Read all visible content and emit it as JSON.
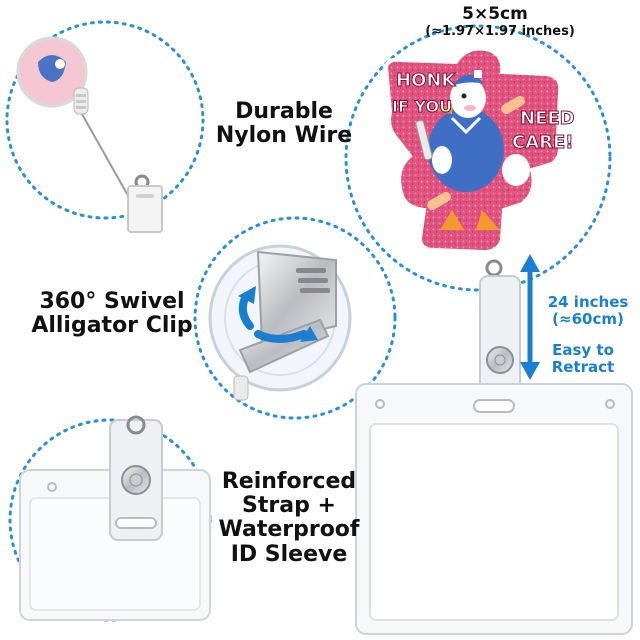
{
  "features": {
    "wire": "Durable\nNylon Wire",
    "clip": "360° Swivel\nAlligator Clip",
    "strap": "Reinforced\nStrap +\nWaterproof\nID Sleeve"
  },
  "size": {
    "main": "5×5cm",
    "sub": "(≈1.97×1.97 inches)"
  },
  "length": {
    "inches": "24 inches",
    "cm": "(≈60cm)",
    "easy": "Easy to\nRetract"
  },
  "badge": {
    "line1": "HONK",
    "line2": "IF YOU",
    "line3": "NEED",
    "line4": "CARE!"
  },
  "colors": {
    "accent_blue": "#1b7fd1",
    "dotted": "#2a8fd6",
    "badge_pink": "#e14a7d",
    "scrubs": "#3f6fc4"
  }
}
